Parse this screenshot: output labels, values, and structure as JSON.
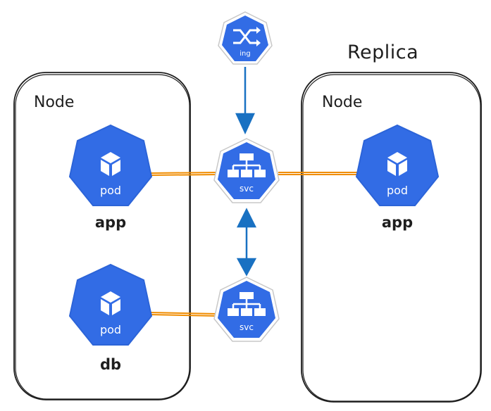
{
  "title": "Replica",
  "left_node": {
    "label": "Node",
    "pods": [
      {
        "icon_text": "pod",
        "name": "app"
      },
      {
        "icon_text": "pod",
        "name": "db"
      }
    ]
  },
  "right_node": {
    "label": "Node",
    "pods": [
      {
        "icon_text": "pod",
        "name": "app"
      }
    ]
  },
  "ingress": {
    "icon_text": "ing",
    "icon": "shuffle-icon"
  },
  "services": [
    {
      "icon_text": "svc",
      "icon": "network-tree-icon"
    },
    {
      "icon_text": "svc",
      "icon": "network-tree-icon"
    }
  ],
  "colors": {
    "k8s_blue": "#326ce5",
    "icon_blue": "#2c7be5",
    "link_orange": "#f08c00",
    "arrow_blue": "#1971c2",
    "stroke": "#1e1e1e"
  }
}
